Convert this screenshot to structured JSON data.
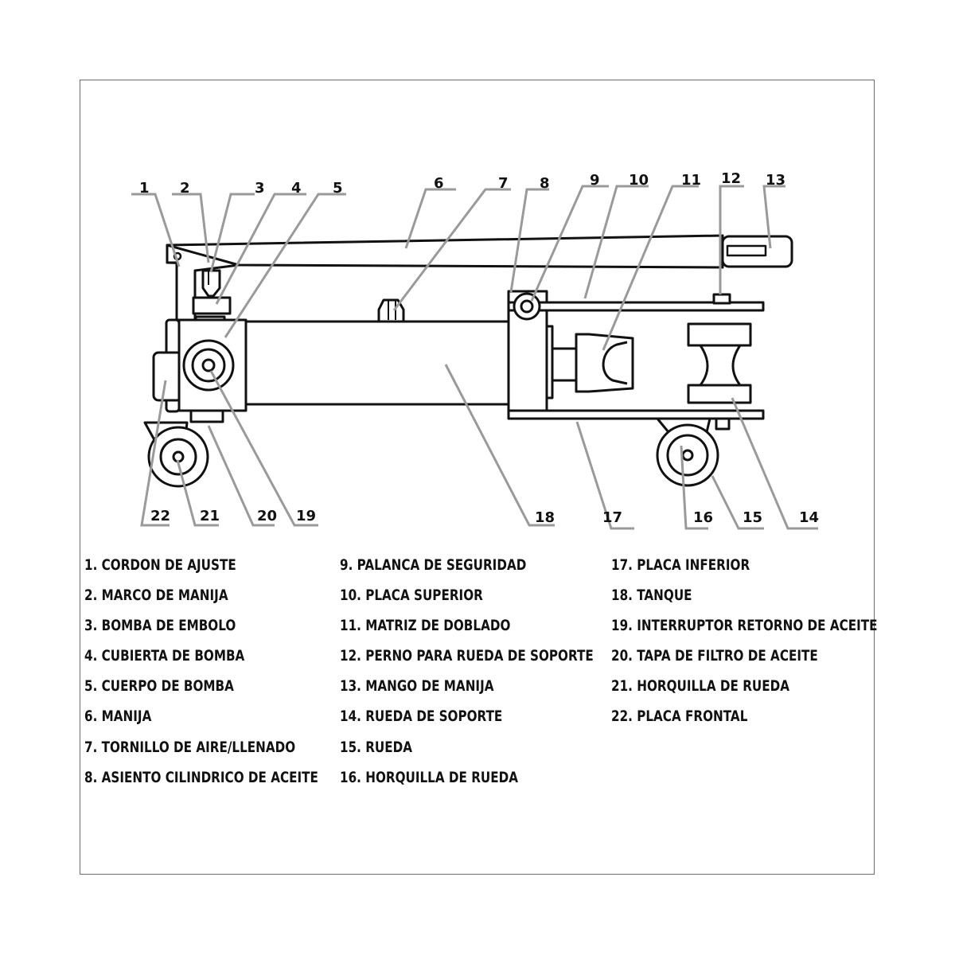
{
  "colors": {
    "frame": "#6b6b6b",
    "drawing": "#111111",
    "leader": "#9a9a9a",
    "background": "#ffffff"
  },
  "callouts": [
    "1",
    "2",
    "3",
    "4",
    "5",
    "6",
    "7",
    "8",
    "9",
    "10",
    "11",
    "12",
    "13",
    "14",
    "15",
    "16",
    "17",
    "18",
    "19",
    "20",
    "21",
    "22"
  ],
  "legend": {
    "col1": [
      "1. CORDON DE AJUSTE",
      "2. MARCO DE MANIJA",
      "3. BOMBA DE EMBOLO",
      "4. CUBIERTA DE BOMBA",
      "5. CUERPO DE BOMBA",
      "6. MANIJA",
      "7. TORNILLO DE AIRE/LLENADO",
      "8. ASIENTO CILINDRICO DE ACEITE"
    ],
    "col2": [
      "9. PALANCA DE SEGURIDAD",
      "10. PLACA SUPERIOR",
      "11. MATRIZ DE DOBLADO",
      "12. PERNO PARA RUEDA DE SOPORTE",
      "13. MANGO DE MANIJA",
      "14. RUEDA DE SOPORTE",
      "15. RUEDA",
      "16. HORQUILLA DE RUEDA"
    ],
    "col3": [
      "17. PLACA INFERIOR",
      "18. TANQUE",
      "19. INTERRUPTOR RETORNO DE ACEITE",
      "20. TAPA DE FILTRO DE ACEITE",
      "21. HORQUILLA DE RUEDA",
      "22. PLACA FRONTAL"
    ]
  }
}
